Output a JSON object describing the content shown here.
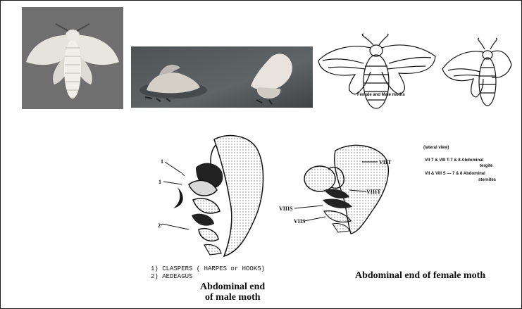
{
  "moth_pair_caption": "Female and Male moths",
  "male_moth": {
    "numbers": [
      "1",
      "1",
      "2"
    ],
    "legend": [
      "1) CLASPERS ( HARPES or HOOKS)",
      "2) AEDEAGUS"
    ],
    "caption": [
      "Abdominal end",
      "of male moth"
    ]
  },
  "female_moth": {
    "labels": {
      "vii_t": "VIIT",
      "viii_t": "VIIIT",
      "viii_s": "VIIIS",
      "vii_s": "VIIS"
    },
    "key": {
      "heading": "(lateral view)",
      "lines": [
        "VII T & VIII  T-7 & 8 Abdominal",
        "tergite",
        "VII & VIII S — 7 & 8 Abdominal",
        "sternites"
      ]
    },
    "caption": "Abdominal end of female moth"
  }
}
